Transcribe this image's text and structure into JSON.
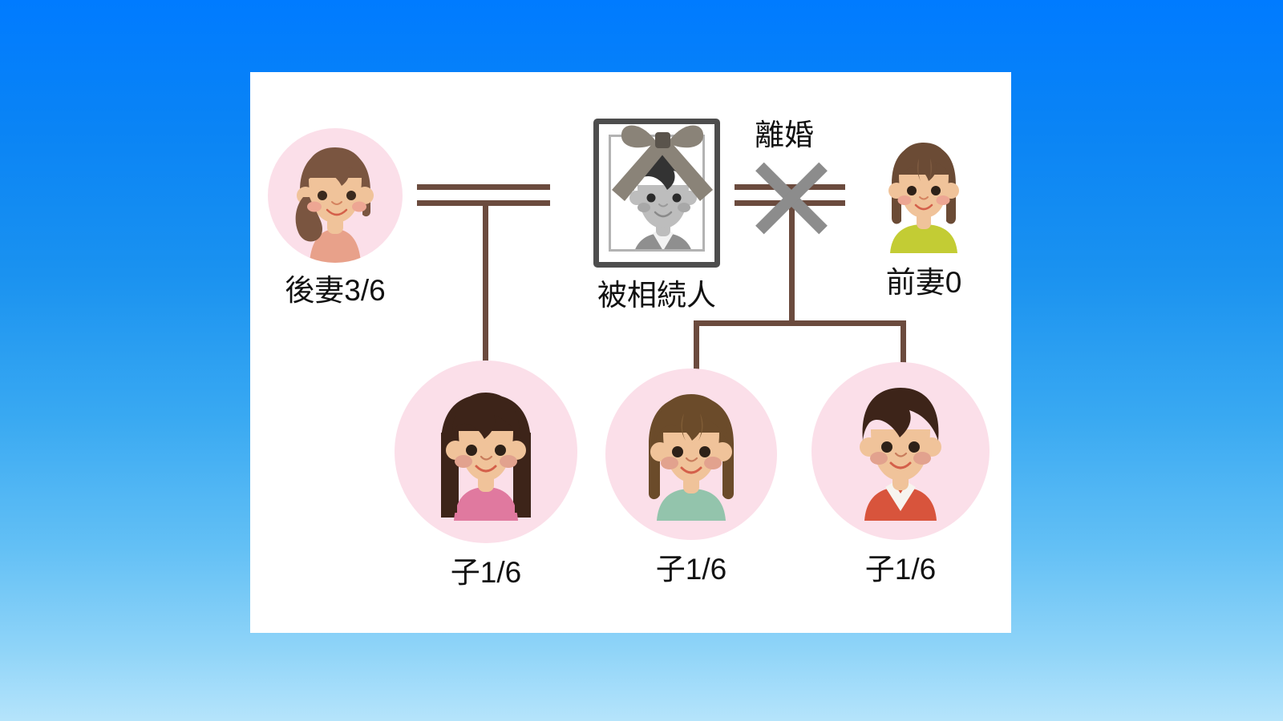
{
  "diagram": {
    "title_present": false,
    "background": {
      "gradient_top": "#007bff",
      "gradient_bottom": "#b5e4fb"
    },
    "card": {
      "background": "#ffffff"
    },
    "colors": {
      "line": "#6b4b3e",
      "x_mark": "#8c8c8c",
      "circle_bg": "#fbdfe9",
      "text": "#111111"
    },
    "relations": {
      "marriage_label": "",
      "divorce_label": "離婚"
    },
    "people": [
      {
        "id": "second-wife",
        "label": "後妻3/6",
        "role": "second-wife",
        "share": "3/6",
        "avatar": "woman-ponytail",
        "has_circle": true,
        "shirt_color": "#e8a18a",
        "hair_color": "#7a5540"
      },
      {
        "id": "decedent",
        "label": "被相続人",
        "role": "decedent",
        "share": "",
        "avatar": "memorial-portrait",
        "has_circle": false,
        "shirt_color": "#9b9b9b",
        "hair_color": "#333333"
      },
      {
        "id": "former-wife",
        "label": "前妻0",
        "role": "former-wife",
        "share": "0",
        "avatar": "woman-bob",
        "has_circle": false,
        "shirt_color": "#c3cc34",
        "hair_color": "#6b4b35"
      },
      {
        "id": "child-1",
        "label": "子1/6",
        "role": "child",
        "share": "1/6",
        "avatar": "girl-longhair",
        "has_circle": true,
        "shirt_color": "#e0799f",
        "hair_color": "#3d2419"
      },
      {
        "id": "child-2",
        "label": "子1/6",
        "role": "child",
        "share": "1/6",
        "avatar": "girl-bob",
        "has_circle": true,
        "shirt_color": "#93c4ac",
        "hair_color": "#6b4b2a"
      },
      {
        "id": "child-3",
        "label": "子1/6",
        "role": "child",
        "share": "1/6",
        "avatar": "boy-shorthair",
        "has_circle": true,
        "shirt_color": "#d8543c",
        "hair_color": "#3d2419"
      }
    ]
  }
}
